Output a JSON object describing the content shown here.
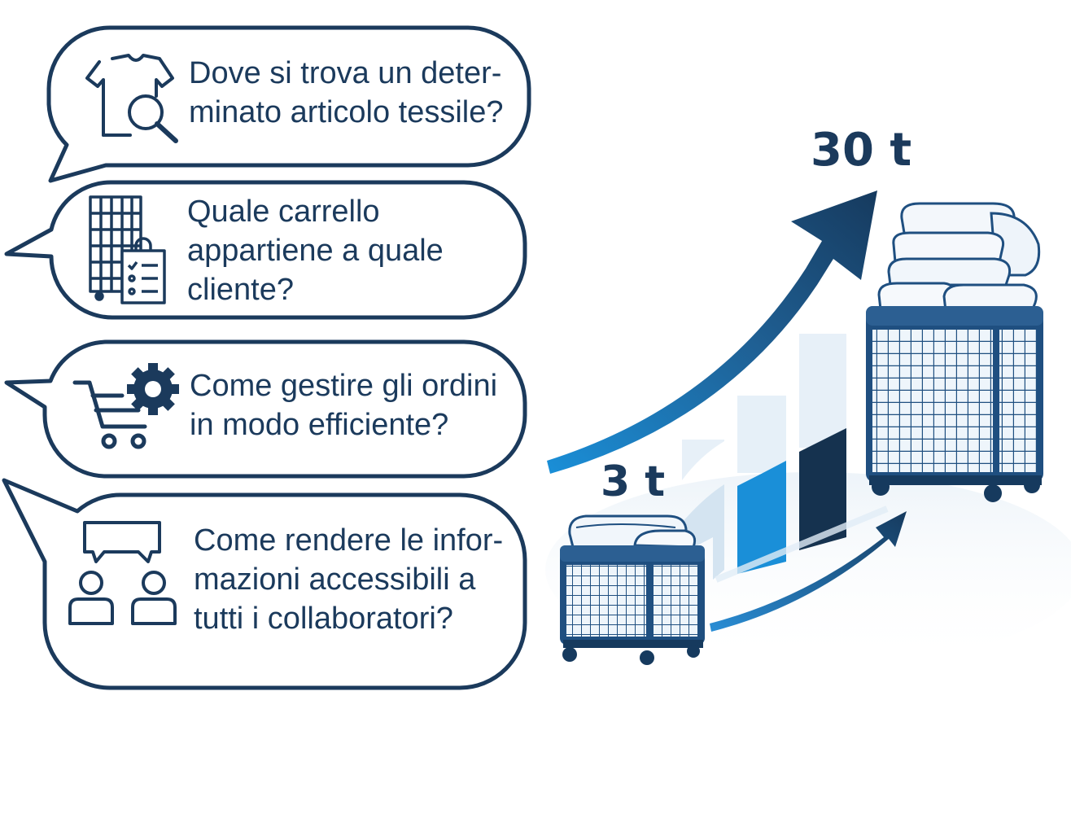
{
  "bubbles": [
    {
      "lines": [
        "Dove si trova un deter-",
        "minato articolo tessile?"
      ],
      "icon": "shirt-search-icon"
    },
    {
      "lines": [
        "Quale carrello",
        "appartiene a quale",
        "cliente?"
      ],
      "icon": "cart-checklist-icon"
    },
    {
      "lines": [
        "Come gestire gli ordini",
        "in modo efficiente?"
      ],
      "icon": "shopping-cart-gear-icon"
    },
    {
      "lines": [
        "Come rendere le infor-",
        "mazioni accessibili a",
        "tutti i collaboratori?"
      ],
      "icon": "people-chat-icon"
    }
  ],
  "growth": {
    "small_label": "3 t",
    "large_label": "30 t"
  },
  "colors": {
    "navy": "#1b3a5c",
    "blue": "#1a8fd8",
    "light_blue": "#cfe4f4"
  }
}
